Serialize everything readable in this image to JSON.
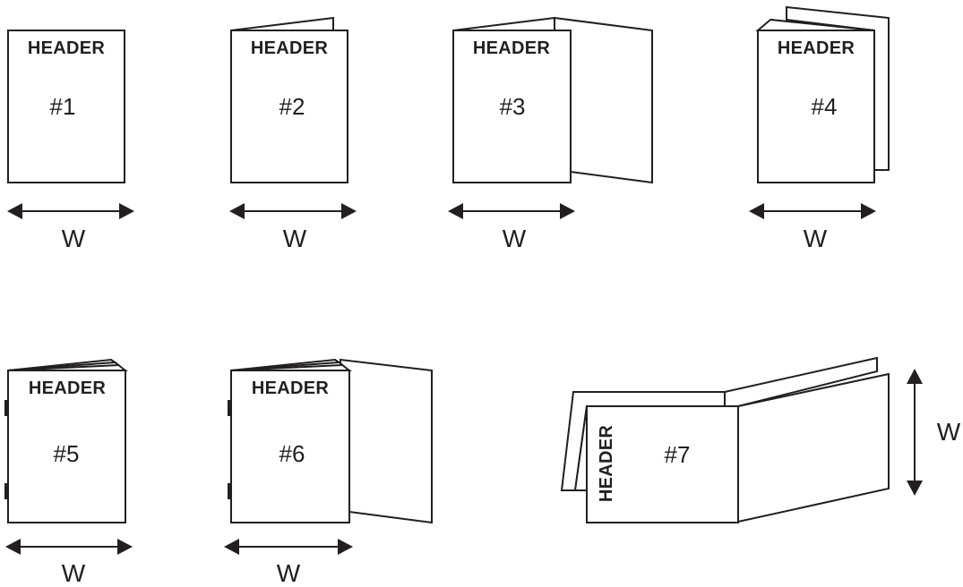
{
  "colors": {
    "ink": "#231f20",
    "paper": "#ffffff"
  },
  "header_label": "HEADER",
  "dimension_label": "W",
  "booklets": [
    {
      "id": 1,
      "label": "#1"
    },
    {
      "id": 2,
      "label": "#2"
    },
    {
      "id": 3,
      "label": "#3"
    },
    {
      "id": 4,
      "label": "#4"
    },
    {
      "id": 5,
      "label": "#5"
    },
    {
      "id": 6,
      "label": "#6"
    },
    {
      "id": 7,
      "label": "#7"
    }
  ]
}
